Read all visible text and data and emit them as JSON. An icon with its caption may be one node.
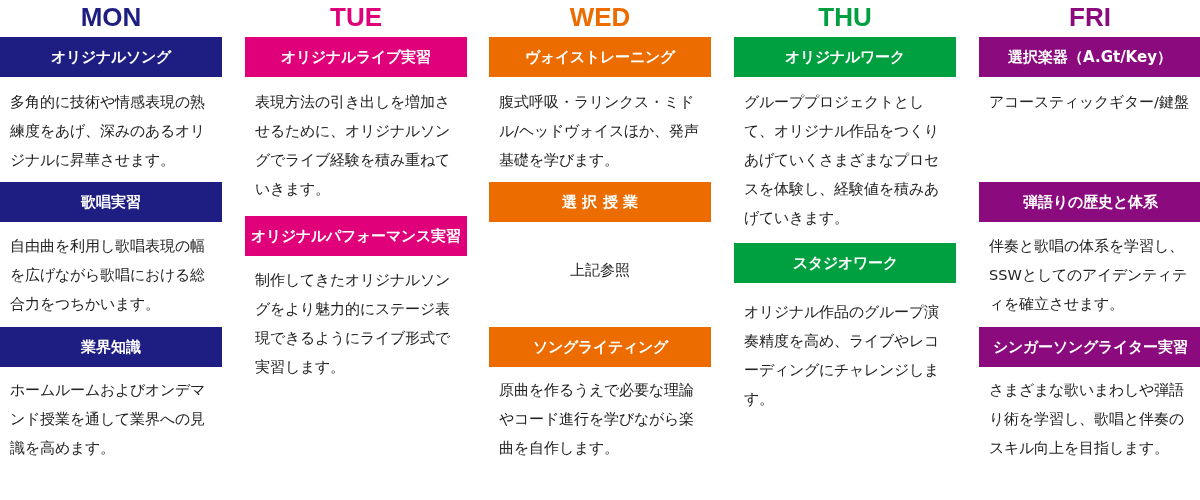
{
  "diagram": {
    "nodes": [
      {
        "text": [
          "オリジナルソング"
        ],
        "beside": [
          "多角的に技術や情感表現の熟練度をあげ、深みのあるオリジナルに昇華させます。"
        ]
      },
      {
        "text": [
          "歌唱実習"
        ],
        "beside": [
          "自由曲を利用し歌唱表現の幅を広げながら歌唱における総合力をつちかいます。"
        ]
      },
      {
        "text": [
          "業界知識"
        ],
        "beside": [
          "ホームルームおよびオンデマンド授業を通して業界への見識を高めます。"
        ]
      },
      {
        "text": [
          "オリジナルライブ実習"
        ],
        "beside": [
          "表現方法の引き出しを増加させるために、オリジナルソングでライブ経験を積み重ねていきます。"
        ]
      },
      {
        "text": [
          "オリジナルパフォーマンス実習"
        ],
        "beside": [
          "制作してきたオリジナルソングをより魅力的にステージ表現できるようにライブ形式で実習します。"
        ]
      },
      {
        "text": [
          "ヴォイストレーニング"
        ],
        "beside": [
          "腹式呼吸・ラリンクス・ミドル/ヘッドヴォイスほか、発声基礎を学びます。"
        ]
      },
      {
        "text": [
          "選 択 授 業"
        ],
        "beside": [
          "上記参照"
        ]
      },
      {
        "text": [
          "ソングライティング"
        ],
        "beside": [
          "原曲を作るうえで必要な理論やコード進行を学びながら楽曲を自作します。"
        ]
      },
      {
        "text": [
          "オリジナルワーク"
        ],
        "beside": [
          "グループプロジェクトとして、オリジナル作品をつくりあげていくさまざまなプロセスを体験し、経験値を積みあげていきます。"
        ]
      },
      {
        "text": [
          "スタジオワーク"
        ],
        "beside": [
          "オリジナル作品のグループ演奏精度を高め、ライブやレコーディングにチャレンジします。"
        ]
      },
      {
        "text": [
          "選択楽器（A.Gt/Key）"
        ],
        "beside": [
          "アコースティックギター/鍵盤"
        ]
      },
      {
        "text": [
          "弾語りの歴史と体系"
        ],
        "beside": [
          "伴奏と歌唱の体系を学習し、SSWとしてのアイデンティティを確立させます。"
        ]
      },
      {
        "text": [
          "シンガーソングライター実習"
        ],
        "beside": [
          "さまざまな歌いまわしや弾語り術を学習し、歌唱と伴奏のスキル向上を目指します。"
        ]
      }
    ],
    "labels": [
      "MON",
      "TUE",
      "WED",
      "THU",
      "FRI"
    ]
  }
}
